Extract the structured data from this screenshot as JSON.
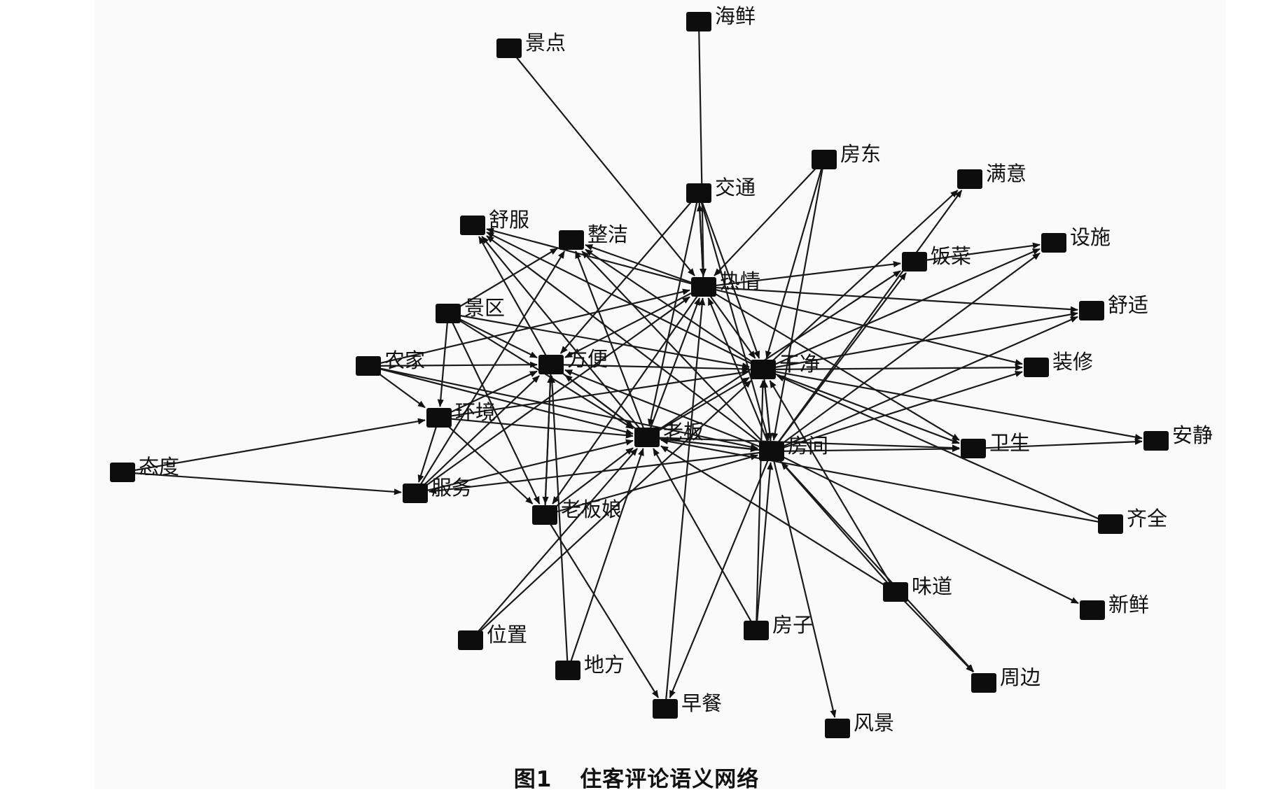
{
  "figure": {
    "caption_number": "图1",
    "caption_title": "住客评论语义网络"
  },
  "network": {
    "nodes": [
      {
        "id": "haixian",
        "label": "海鲜"
      },
      {
        "id": "jingdian",
        "label": "景点"
      },
      {
        "id": "fangdong",
        "label": "房东"
      },
      {
        "id": "jiaotong",
        "label": "交通"
      },
      {
        "id": "manyi",
        "label": "满意"
      },
      {
        "id": "shufu",
        "label": "舒服"
      },
      {
        "id": "zhengjie",
        "label": "整洁"
      },
      {
        "id": "sheshi",
        "label": "设施"
      },
      {
        "id": "fancai",
        "label": "饭菜"
      },
      {
        "id": "reqing",
        "label": "热情"
      },
      {
        "id": "jingqu",
        "label": "景区"
      },
      {
        "id": "shushi",
        "label": "舒适"
      },
      {
        "id": "nongjia",
        "label": "农家"
      },
      {
        "id": "fangbian",
        "label": "方便"
      },
      {
        "id": "ganjing",
        "label": "干净"
      },
      {
        "id": "zhuangxiu",
        "label": "装修"
      },
      {
        "id": "huanjing",
        "label": "环境"
      },
      {
        "id": "laoban",
        "label": "老板"
      },
      {
        "id": "anjing",
        "label": "安静"
      },
      {
        "id": "fangjian",
        "label": "房间"
      },
      {
        "id": "weisheng",
        "label": "卫生"
      },
      {
        "id": "taidu",
        "label": "态度"
      },
      {
        "id": "fuwu",
        "label": "服务"
      },
      {
        "id": "laobanniang",
        "label": "老板娘"
      },
      {
        "id": "qiquan",
        "label": "齐全"
      },
      {
        "id": "weidao",
        "label": "味道"
      },
      {
        "id": "xinxian",
        "label": "新鲜"
      },
      {
        "id": "fangzi",
        "label": "房子"
      },
      {
        "id": "weizhi",
        "label": "位置"
      },
      {
        "id": "difang",
        "label": "地方"
      },
      {
        "id": "zhoubian",
        "label": "周边"
      },
      {
        "id": "zaocan",
        "label": "早餐"
      },
      {
        "id": "fengjing",
        "label": "风景"
      }
    ],
    "edges": [
      [
        "haixian",
        "reqing"
      ],
      [
        "jingdian",
        "reqing"
      ],
      [
        "jiaotong",
        "reqing"
      ],
      [
        "reqing",
        "jiaotong"
      ],
      [
        "fangdong",
        "ganjing"
      ],
      [
        "fangdong",
        "fangjian"
      ],
      [
        "fangdong",
        "reqing"
      ],
      [
        "jiaotong",
        "fangbian"
      ],
      [
        "jiaotong",
        "laoban"
      ],
      [
        "jiaotong",
        "ganjing"
      ],
      [
        "jiaotong",
        "fangjian"
      ],
      [
        "reqing",
        "shufu"
      ],
      [
        "reqing",
        "zhengjie"
      ],
      [
        "reqing",
        "fancai"
      ],
      [
        "reqing",
        "shushi"
      ],
      [
        "reqing",
        "zhuangxiu"
      ],
      [
        "reqing",
        "fangbian"
      ],
      [
        "reqing",
        "weisheng"
      ],
      [
        "reqing",
        "laobanniang"
      ],
      [
        "reqing",
        "ganjing"
      ],
      [
        "laoban",
        "reqing"
      ],
      [
        "fangjian",
        "reqing"
      ],
      [
        "ganjing",
        "manyi"
      ],
      [
        "ganjing",
        "sheshi"
      ],
      [
        "ganjing",
        "shushi"
      ],
      [
        "ganjing",
        "zhuangxiu"
      ],
      [
        "ganjing",
        "weisheng"
      ],
      [
        "ganjing",
        "anjing"
      ],
      [
        "ganjing",
        "zhengjie"
      ],
      [
        "ganjing",
        "shufu"
      ],
      [
        "ganjing",
        "fangjian"
      ],
      [
        "fancai",
        "sheshi"
      ],
      [
        "laoban",
        "fancai"
      ],
      [
        "fangjian",
        "fancai"
      ],
      [
        "fangjian",
        "manyi"
      ],
      [
        "fangjian",
        "sheshi"
      ],
      [
        "fangjian",
        "shushi"
      ],
      [
        "fangjian",
        "zhuangxiu"
      ],
      [
        "fangjian",
        "weisheng"
      ],
      [
        "fangjian",
        "ganjing"
      ],
      [
        "fangjian",
        "laoban"
      ],
      [
        "fangjian",
        "fangbian"
      ],
      [
        "fangjian",
        "shufu"
      ],
      [
        "fangjian",
        "zhengjie"
      ],
      [
        "fangjian",
        "fuwu"
      ],
      [
        "fangjian",
        "xinxian"
      ],
      [
        "fangjian",
        "zhoubian"
      ],
      [
        "fangjian",
        "zaocan"
      ],
      [
        "fangjian",
        "fengjing"
      ],
      [
        "fangbian",
        "ganjing"
      ],
      [
        "fangbian",
        "laoban"
      ],
      [
        "fangbian",
        "shufu"
      ],
      [
        "laoban",
        "zhengjie"
      ],
      [
        "laoban",
        "shufu"
      ],
      [
        "laoban",
        "fangbian"
      ],
      [
        "laoban",
        "ganjing"
      ],
      [
        "laoban",
        "fangjian"
      ],
      [
        "laoban",
        "weisheng"
      ],
      [
        "jingqu",
        "fangbian"
      ],
      [
        "jingqu",
        "ganjing"
      ],
      [
        "jingqu",
        "laoban"
      ],
      [
        "jingqu",
        "laobanniang"
      ],
      [
        "jingqu",
        "huanjing"
      ],
      [
        "jingqu",
        "zhengjie"
      ],
      [
        "nongjia",
        "fangbian"
      ],
      [
        "nongjia",
        "laoban"
      ],
      [
        "nongjia",
        "huanjing"
      ],
      [
        "nongjia",
        "fangjian"
      ],
      [
        "nongjia",
        "reqing"
      ],
      [
        "huanjing",
        "fuwu"
      ],
      [
        "huanjing",
        "laoban"
      ],
      [
        "huanjing",
        "laobanniang"
      ],
      [
        "huanjing",
        "fangbian"
      ],
      [
        "huanjing",
        "ganjing"
      ],
      [
        "taidu",
        "huanjing"
      ],
      [
        "taidu",
        "fuwu"
      ],
      [
        "fuwu",
        "laoban"
      ],
      [
        "fuwu",
        "fangbian"
      ],
      [
        "fuwu",
        "zhengjie"
      ],
      [
        "fuwu",
        "reqing"
      ],
      [
        "laobanniang",
        "fangbian"
      ],
      [
        "laobanniang",
        "laoban"
      ],
      [
        "laobanniang",
        "zaocan"
      ],
      [
        "fangbian",
        "laobanniang"
      ],
      [
        "laobanniang",
        "fangjian"
      ],
      [
        "qiquan",
        "ganjing"
      ],
      [
        "qiquan",
        "laoban"
      ],
      [
        "weidao",
        "laoban"
      ],
      [
        "weidao",
        "fangjian"
      ],
      [
        "weidao",
        "ganjing"
      ],
      [
        "weidao",
        "zhoubian"
      ],
      [
        "fangzi",
        "laoban"
      ],
      [
        "fangzi",
        "fangjian"
      ],
      [
        "fangzi",
        "ganjing"
      ],
      [
        "weizhi",
        "laoban"
      ],
      [
        "weizhi",
        "ganjing"
      ],
      [
        "difang",
        "laoban"
      ],
      [
        "difang",
        "fangbian"
      ],
      [
        "zaocan",
        "reqing"
      ],
      [
        "weisheng",
        "anjing"
      ]
    ]
  }
}
